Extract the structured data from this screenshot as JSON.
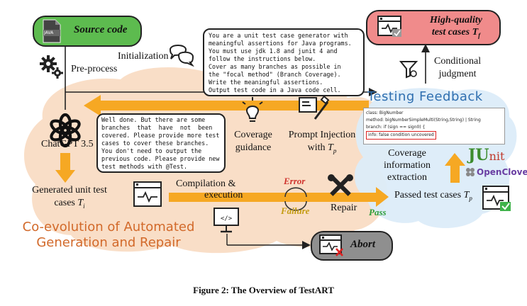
{
  "source_code": {
    "label": "Source code",
    "file_type": "JAVA",
    "color": "#5dbb4f"
  },
  "high_quality": {
    "line1": "High-quality",
    "line2": "test cases",
    "subscript_var": "T",
    "subscript": "f",
    "color": "#f08b8b"
  },
  "initialization": {
    "label": "Initialization"
  },
  "preprocess": {
    "label": "Pre-process"
  },
  "chatgpt": {
    "label": "ChatGPT 3.5"
  },
  "init_prompt": {
    "lines": [
      "You are a unit test case generator with",
      "meaningful assertions for Java programs.",
      "You must use jdk 1.8 and junit 4 and",
      "follow the instructions below.",
      "Cover as many branches as possible in",
      "the \"focal method\" (Branch Coverage).",
      "Write the meaningful assertions.",
      "Output test code in a Java code cell."
    ]
  },
  "feedback_prompt": {
    "lines": [
      "Well done. But there are some",
      "branches  that  have  not  been",
      "covered. Please provide more test",
      "cases to cover these branches.",
      "You don't need to output the",
      "previous code. Please provide new",
      "test methods with @Test."
    ]
  },
  "coverage_guidance": {
    "line1": "Coverage",
    "line2": "guidance"
  },
  "prompt_injection": {
    "line1": "Prompt Injection",
    "line2": "with",
    "var": "T",
    "sub": "p"
  },
  "testing_feedback": {
    "title": "Testing Feedback",
    "color": "#2f6fb0"
  },
  "feedback_info": {
    "class_line": "class: BigNumber",
    "method_line": "method: bigNumberSimpleMulti(String,String) | String",
    "branch_line": "branch: if (sign == sign0) {",
    "info_line": "info: false condition uncovered"
  },
  "conditional": {
    "line1": "Conditional",
    "line2": "judgment"
  },
  "coverage_info": {
    "line1": "Coverage",
    "line2": "information",
    "line3": "extraction"
  },
  "junit": {
    "j": "JU",
    "nit": "nit"
  },
  "openclover": {
    "label": "OpenClover"
  },
  "generated": {
    "line1": "Generated unit test",
    "line2": "cases",
    "var": "T",
    "sub": "i"
  },
  "compilation": {
    "line1": "Compilation &",
    "line2": "execution"
  },
  "error_label": "Error",
  "failure_label": "Failure",
  "repair_label": "Repair",
  "pass_label": "Pass",
  "passed": {
    "line1": "Passed test cases",
    "var": "T",
    "sub": "p"
  },
  "coevolution": {
    "line1": "Co-evolution of Automated",
    "line2": "Generation and Repair",
    "color": "#d2692a"
  },
  "abort": {
    "label": "Abort"
  },
  "caption": "Figure 2: The Overview of TestART"
}
